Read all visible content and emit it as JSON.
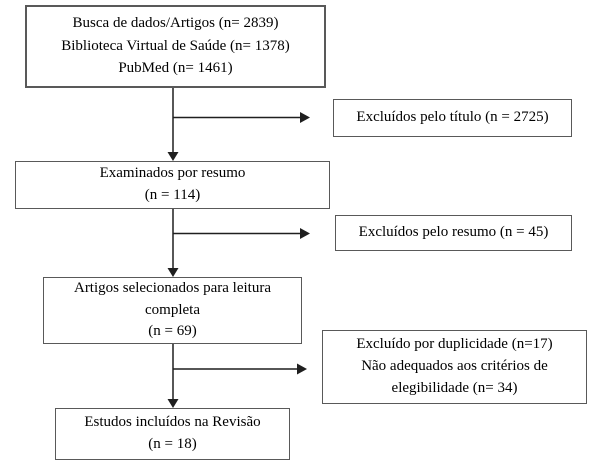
{
  "diagram": {
    "type": "flowchart",
    "language": "pt-BR",
    "colors": {
      "background": "#ffffff",
      "border": "#595959",
      "text": "#000000",
      "arrow": "#1f1f1f"
    },
    "boxes": {
      "busca": {
        "lines": {
          "0": "Busca de dados/Artigos (n= 2839)",
          "1": "Biblioteca Virtual de Saúde (n= 1378)",
          "2": "PubMed (n= 1461)"
        }
      },
      "excluidos_titulo": {
        "lines": {
          "0": "Excluídos pelo título (n = 2725)"
        }
      },
      "examinados": {
        "lines": {
          "0": "Examinados por resumo",
          "1": "(n = 114)"
        }
      },
      "excluidos_resumo": {
        "lines": {
          "0": "Excluídos pelo resumo (n = 45)"
        }
      },
      "artigos": {
        "lines": {
          "0": "Artigos selecionados para leitura",
          "1": "completa",
          "2": "(n = 69)"
        }
      },
      "duplicidade": {
        "lines": {
          "0": "Excluído por duplicidade (n=17)",
          "1": "Não adequados aos critérios de",
          "2": "elegibilidade (n= 34)"
        }
      },
      "estudos": {
        "lines": {
          "0": "Estudos incluídos na Revisão",
          "1": "(n = 18)"
        }
      }
    }
  }
}
